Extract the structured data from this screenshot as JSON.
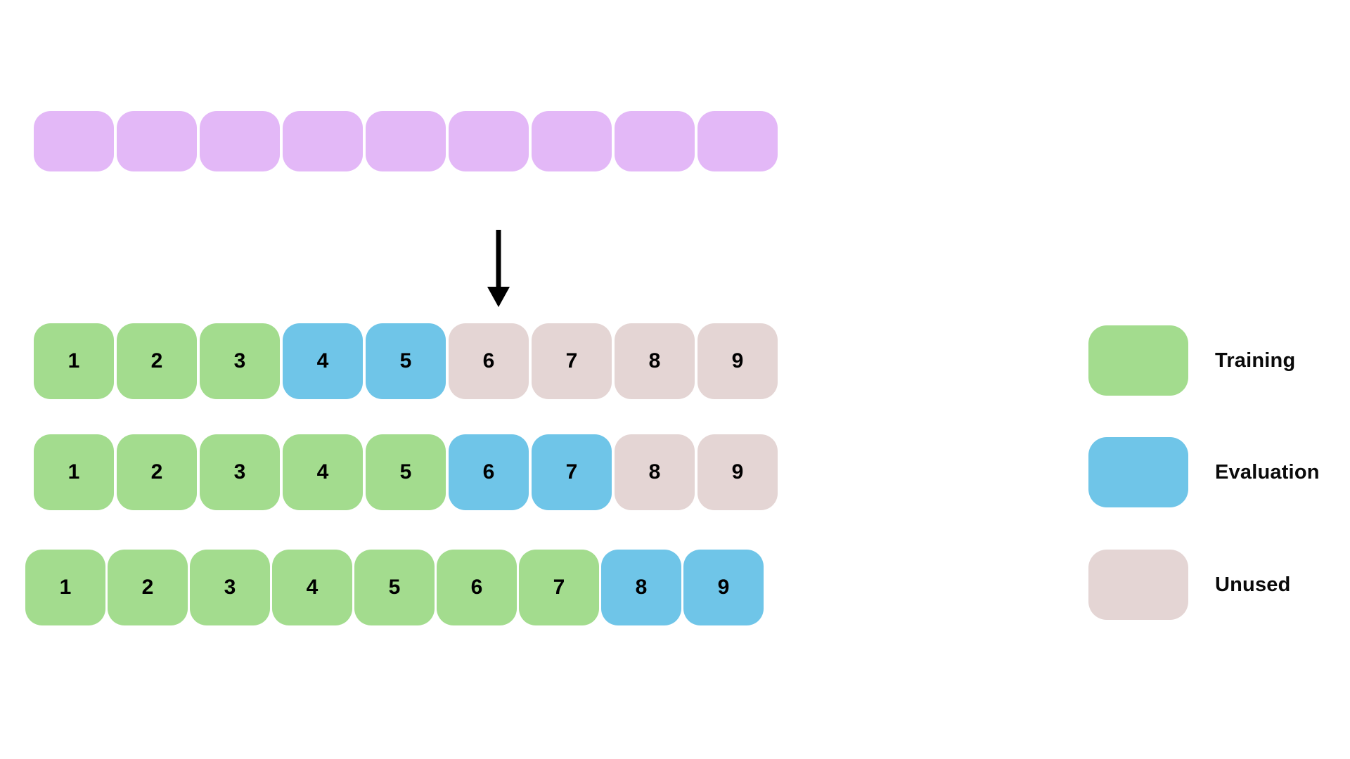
{
  "figure": {
    "title": "",
    "background_color": "#ffffff"
  },
  "palette": {
    "training": "#a3dc8e",
    "evaluation": "#6fc5e8",
    "unused": "#e4d5d4",
    "source": "#e3b8f7",
    "arrow": "#000000",
    "text": "#000000"
  },
  "source_row": {
    "name": "full-series",
    "count": 9,
    "color_key": "source",
    "cells": [
      {
        "label": "",
        "color_key": "source"
      },
      {
        "label": "",
        "color_key": "source"
      },
      {
        "label": "",
        "color_key": "source"
      },
      {
        "label": "",
        "color_key": "source"
      },
      {
        "label": "",
        "color_key": "source"
      },
      {
        "label": "",
        "color_key": "source"
      },
      {
        "label": "",
        "color_key": "source"
      },
      {
        "label": "",
        "color_key": "source"
      },
      {
        "label": "",
        "color_key": "source"
      }
    ]
  },
  "arrow": {
    "name": "split-arrow",
    "direction": "down"
  },
  "folds": [
    {
      "name": "fold-1",
      "cells": [
        {
          "label": "1",
          "color_key": "training"
        },
        {
          "label": "2",
          "color_key": "training"
        },
        {
          "label": "3",
          "color_key": "training"
        },
        {
          "label": "4",
          "color_key": "evaluation"
        },
        {
          "label": "5",
          "color_key": "evaluation"
        },
        {
          "label": "6",
          "color_key": "unused"
        },
        {
          "label": "7",
          "color_key": "unused"
        },
        {
          "label": "8",
          "color_key": "unused"
        },
        {
          "label": "9",
          "color_key": "unused"
        }
      ]
    },
    {
      "name": "fold-2",
      "cells": [
        {
          "label": "1",
          "color_key": "training"
        },
        {
          "label": "2",
          "color_key": "training"
        },
        {
          "label": "3",
          "color_key": "training"
        },
        {
          "label": "4",
          "color_key": "training"
        },
        {
          "label": "5",
          "color_key": "training"
        },
        {
          "label": "6",
          "color_key": "evaluation"
        },
        {
          "label": "7",
          "color_key": "evaluation"
        },
        {
          "label": "8",
          "color_key": "unused"
        },
        {
          "label": "9",
          "color_key": "unused"
        }
      ]
    },
    {
      "name": "fold-3",
      "cells": [
        {
          "label": "1",
          "color_key": "training"
        },
        {
          "label": "2",
          "color_key": "training"
        },
        {
          "label": "3",
          "color_key": "training"
        },
        {
          "label": "4",
          "color_key": "training"
        },
        {
          "label": "5",
          "color_key": "training"
        },
        {
          "label": "6",
          "color_key": "training"
        },
        {
          "label": "7",
          "color_key": "training"
        },
        {
          "label": "8",
          "color_key": "evaluation"
        },
        {
          "label": "9",
          "color_key": "evaluation"
        }
      ]
    }
  ],
  "legend": {
    "items": [
      {
        "label": "Training",
        "color_key": "training"
      },
      {
        "label": "Evaluation",
        "color_key": "evaluation"
      },
      {
        "label": "Unused",
        "color_key": "unused"
      }
    ]
  }
}
